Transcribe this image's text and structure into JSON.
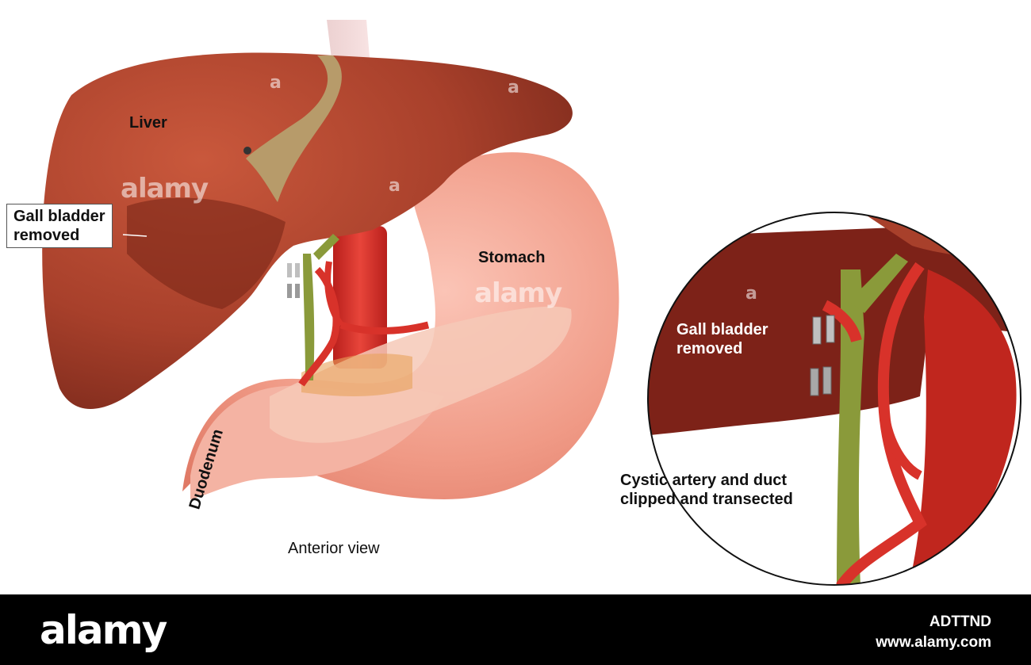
{
  "labels": {
    "liver": "Liver",
    "stomach": "Stomach",
    "duodenum": "Duodenum",
    "gallbladder_main_1": "Gall bladder",
    "gallbladder_main_2": "removed",
    "gallbladder_inset_1": "Gall bladder",
    "gallbladder_inset_2": "removed",
    "cystic_1": "Cystic artery and duct",
    "cystic_2": "clipped and transected",
    "view": "Anterior view"
  },
  "watermark": {
    "text": "alamy",
    "small_mark": "a"
  },
  "footer": {
    "logo": "alamy",
    "image_id": "ADTTND",
    "site": "www.alamy.com"
  },
  "colors": {
    "liver": "#a8402b",
    "stomach": "#f2a08c",
    "artery": "#d8322a",
    "duct": "#8a9a3a",
    "footer": "#000000"
  }
}
